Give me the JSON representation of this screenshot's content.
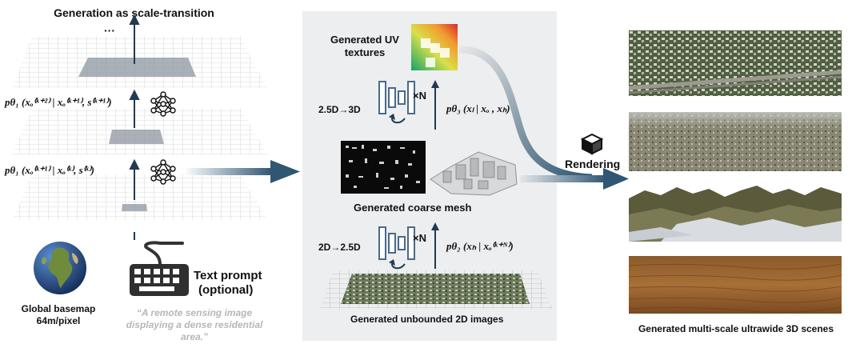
{
  "left": {
    "title": "Generation as scale-transition",
    "ellipsis": "···",
    "formula_top": "pθ₁ (xₒ⁽ᵏ⁺²⁾ | xₒ⁽ᵏ⁺¹⁾, s⁽ᵏ⁺¹⁾)",
    "formula_bottom": "pθ₁ (xₒ⁽ᵏ⁺¹⁾ | xₒ⁽ᵏ⁾, s⁽ᵏ⁾)",
    "basemap_line1": "Global basemap",
    "basemap_line2": "64m/pixel",
    "prompt_line1": "Text prompt",
    "prompt_line2": "(optional)",
    "prompt_quote": "“A remote sensing image displaying a dense residential area.”"
  },
  "middle": {
    "uv_label_line1": "Generated UV",
    "uv_label_line2": "textures",
    "step_top_label": "2.5D→3D",
    "repeat_top": "×N",
    "formula_top": "pθ₃ (xₗ | xₒ , xₕ)",
    "mesh_label": "Generated coarse mesh",
    "step_bottom_label": "2D→2.5D",
    "repeat_bottom": "×N",
    "formula_bottom": "pθ₂ (xₕ | xₒ⁽ᵏ⁺ᴺ⁾)",
    "images_label": "Generated unbounded 2D images"
  },
  "right": {
    "rendering_label": "Rendering",
    "caption": "Generated multi-scale ultrawide 3D scenes"
  }
}
